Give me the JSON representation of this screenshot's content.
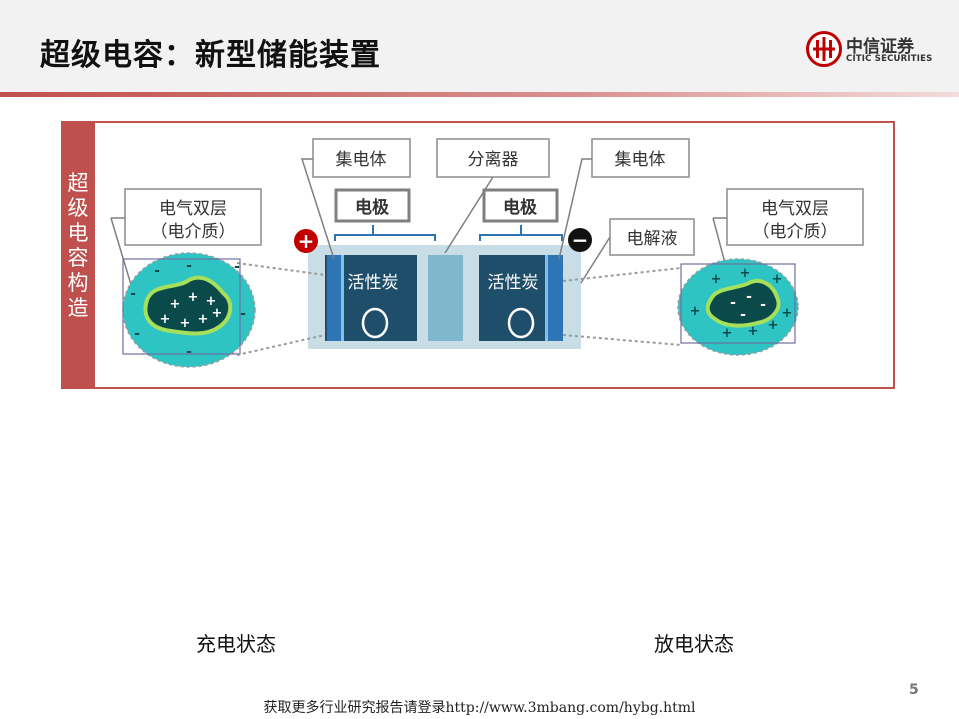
{
  "header": {
    "title": "超级电容：新型储能装置",
    "logo_cn": "中信证券",
    "logo_en": "CITIC SECURITIES"
  },
  "sidebar": {
    "label": "超级电容构造"
  },
  "diagram": {
    "callouts": {
      "collector_left": "集电体",
      "separator": "分离器",
      "collector_right": "集电体",
      "electrode_left": "电极",
      "electrode_right": "电极",
      "electrolyte": "电解液",
      "double_layer_left_1": "电气双层",
      "double_layer_left_2": "（电介质）",
      "double_layer_right_1": "电气双层",
      "double_layer_right_2": "（电介质）",
      "carbon_left": "活性炭",
      "carbon_right": "活性炭",
      "plus_sign": "+",
      "minus_sign": "−"
    },
    "colors": {
      "frame": "#c0504d",
      "carbon": "#1f4e6b",
      "collector": "#2e75b6",
      "separator": "#7fb8cc",
      "cell_bg": "#c9dde6",
      "bubble": "#2ec4c4",
      "grain": "#0b4a4a",
      "grain_border": "#a6e05a"
    }
  },
  "captions": {
    "charge": "充电状态",
    "discharge": "放电状态"
  },
  "page_number": "5",
  "footer_note": "获取更多行业研究报告请登录http://www.3mbang.com/hybg.html"
}
